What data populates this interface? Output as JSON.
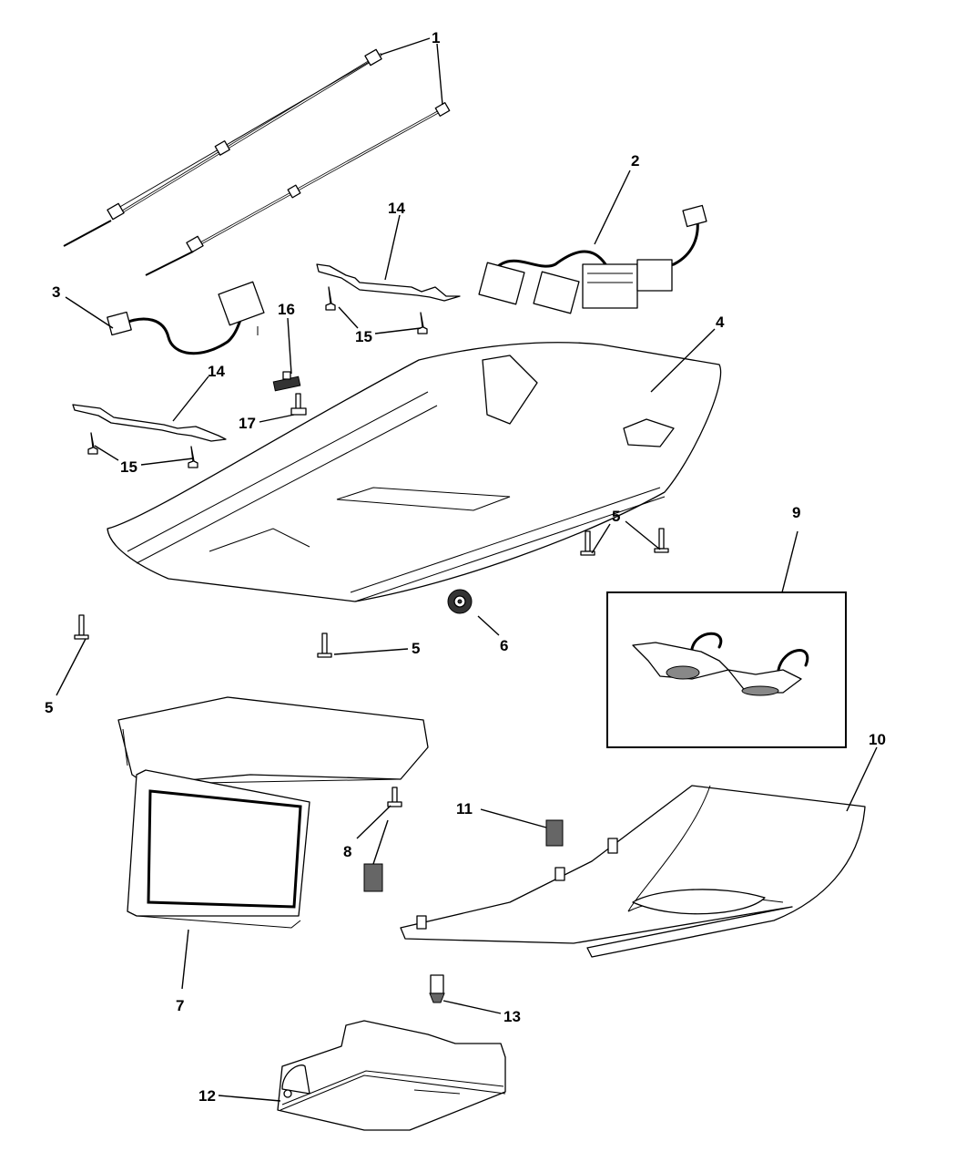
{
  "diagram": {
    "title": "",
    "type": "exploded-parts-diagram",
    "callouts": [
      {
        "id": "c1a",
        "label": "1",
        "part": "wiring harness"
      },
      {
        "id": "c2",
        "label": "2",
        "part": "overhead console harness"
      },
      {
        "id": "c3",
        "label": "3",
        "part": "wiring connector"
      },
      {
        "id": "c4",
        "label": "4",
        "part": "overhead console housing"
      },
      {
        "id": "c5a",
        "label": "5",
        "part": "screw"
      },
      {
        "id": "c5b",
        "label": "5",
        "part": "screw"
      },
      {
        "id": "c5c",
        "label": "5",
        "part": "screw"
      },
      {
        "id": "c5d",
        "label": "5",
        "part": "screw"
      },
      {
        "id": "c6",
        "label": "6",
        "part": "knob"
      },
      {
        "id": "c7",
        "label": "7",
        "part": "video screen"
      },
      {
        "id": "c8",
        "label": "8",
        "part": "screw"
      },
      {
        "id": "c9",
        "label": "9",
        "part": "lamp assembly (inset)"
      },
      {
        "id": "c10",
        "label": "10",
        "part": "console trim panel"
      },
      {
        "id": "c11",
        "label": "11",
        "part": "clip"
      },
      {
        "id": "c12",
        "label": "12",
        "part": "console bin"
      },
      {
        "id": "c13",
        "label": "13",
        "part": "clip"
      },
      {
        "id": "c14a",
        "label": "14",
        "part": "bracket"
      },
      {
        "id": "c14b",
        "label": "14",
        "part": "bracket"
      },
      {
        "id": "c15a",
        "label": "15",
        "part": "push pin"
      },
      {
        "id": "c15b",
        "label": "15",
        "part": "push pin"
      },
      {
        "id": "c16",
        "label": "16",
        "part": "retainer"
      },
      {
        "id": "c17",
        "label": "17",
        "part": "fastener"
      }
    ]
  }
}
